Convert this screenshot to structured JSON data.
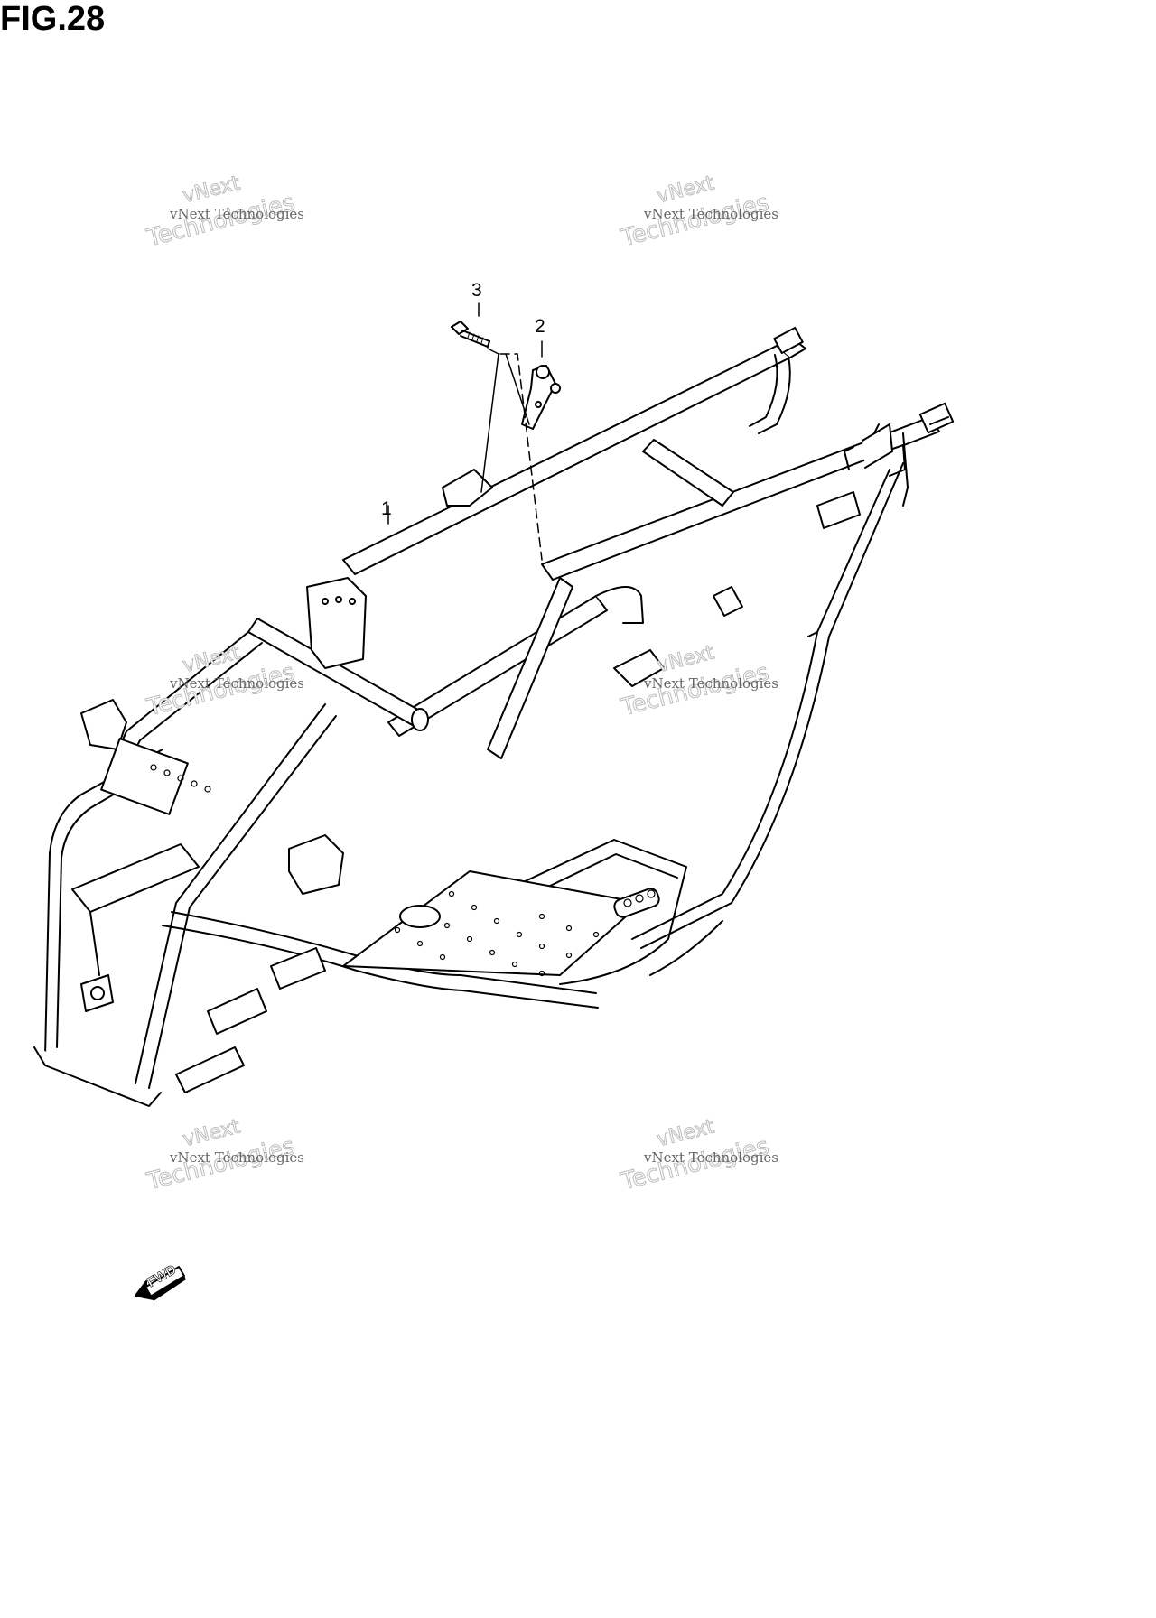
{
  "figure": {
    "title": "FIG.28"
  },
  "callouts": [
    {
      "number": "1",
      "part": "frame"
    },
    {
      "number": "2",
      "part": "bracket"
    },
    {
      "number": "3",
      "part": "bolt"
    }
  ],
  "watermark": {
    "back_line1": "vNext",
    "back_line2": "Technologies",
    "front_line": "vNext Technologies",
    "color": "#bdbdbd"
  },
  "direction_badge": {
    "label": "FWD"
  },
  "colors": {
    "line": "#000000",
    "background": "#ffffff"
  }
}
